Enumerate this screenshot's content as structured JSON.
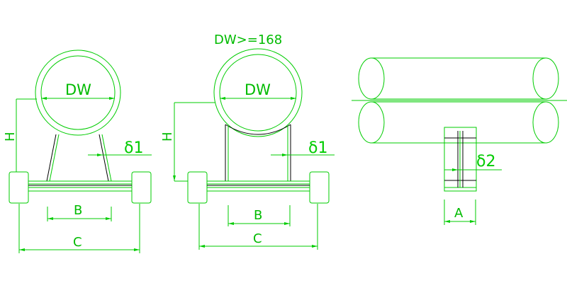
{
  "condition_label": "DW>=168",
  "diameter_label": "DW",
  "height_label": "H",
  "base_width_label": "B",
  "overall_width_label": "C",
  "thickness1_label": "δ1",
  "thickness2_label": "δ2",
  "plate_width_label": "A",
  "colors": {
    "line": "#00cc00",
    "outline": "#000000",
    "background": "#ffffff"
  }
}
